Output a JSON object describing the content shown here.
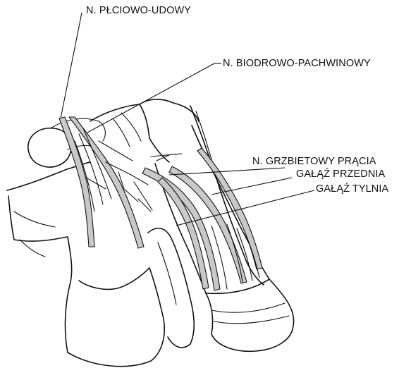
{
  "labels": {
    "genitofemoral": "N. PŁCIOWO-UDOWY",
    "ilioinguinal": "N. BIODROWO-PACHWINOWY",
    "dorsal_nerve": "N. GRZBIETOWY PRĄCIA",
    "anterior_branch": "GAŁĄŹ PRZEDNIA",
    "posterior_branch": "GAŁĄŹ TYLNIA"
  },
  "colors": {
    "line": "#111111",
    "nerve_fill": "#c9c9c9",
    "background": "#ffffff"
  }
}
